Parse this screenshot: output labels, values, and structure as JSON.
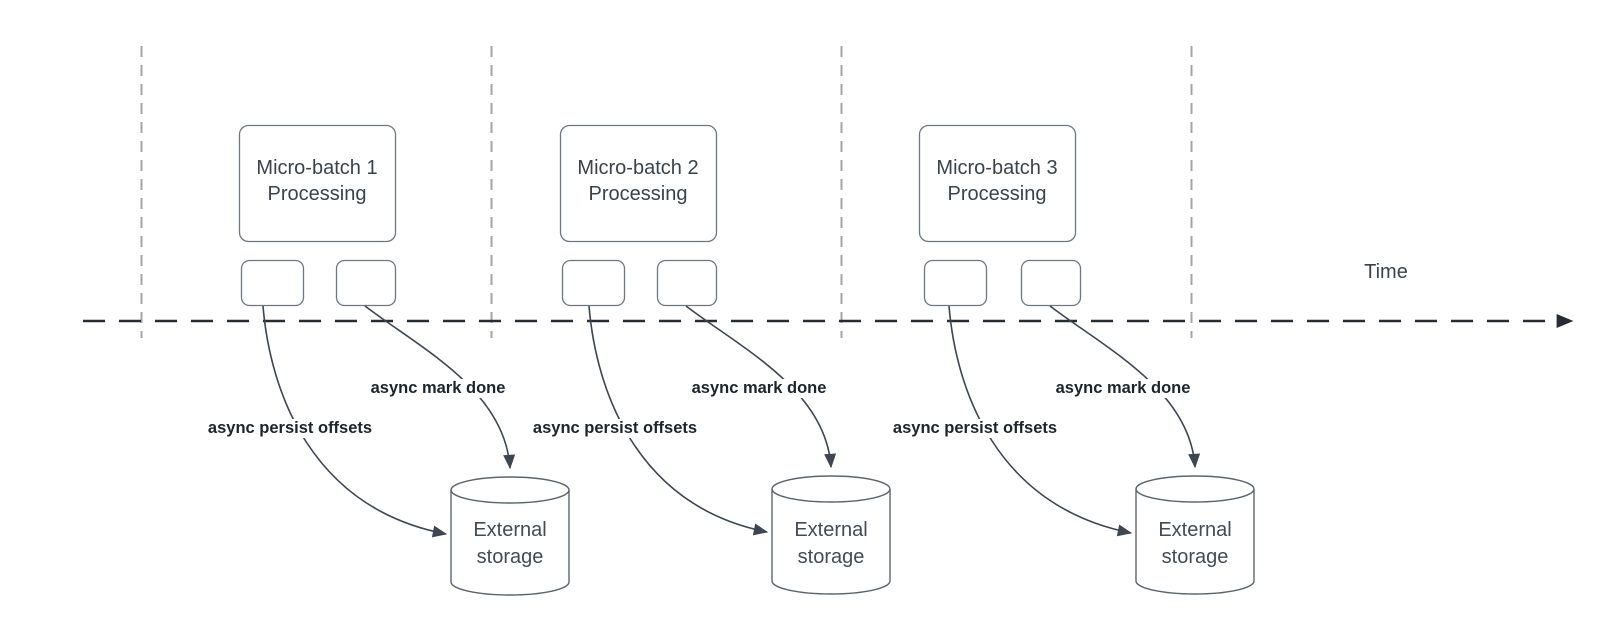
{
  "timeline": {
    "label": "Time"
  },
  "groups": [
    {
      "process_lines": [
        "Micro-batch 1",
        "Processing"
      ],
      "persist_arrow_label": "async persist offsets",
      "done_arrow_label": "async mark done",
      "storage_lines": [
        "External",
        "storage"
      ]
    },
    {
      "process_lines": [
        "Micro-batch 2",
        "Processing"
      ],
      "persist_arrow_label": "async persist offsets",
      "done_arrow_label": "async mark done",
      "storage_lines": [
        "External",
        "storage"
      ]
    },
    {
      "process_lines": [
        "Micro-batch 3",
        "Processing"
      ],
      "persist_arrow_label": "async persist offsets",
      "done_arrow_label": "async mark done",
      "storage_lines": [
        "External",
        "storage"
      ]
    }
  ],
  "colors": {
    "background": "#ffffff",
    "timeline_axis": "#262c33",
    "interval_guide_line": "#a4a4a4",
    "shape_stroke": "#6e7780",
    "arrow_stroke": "#3d4651",
    "shape_text": "#3a424c",
    "arrow_label_text": "#1d242b"
  }
}
